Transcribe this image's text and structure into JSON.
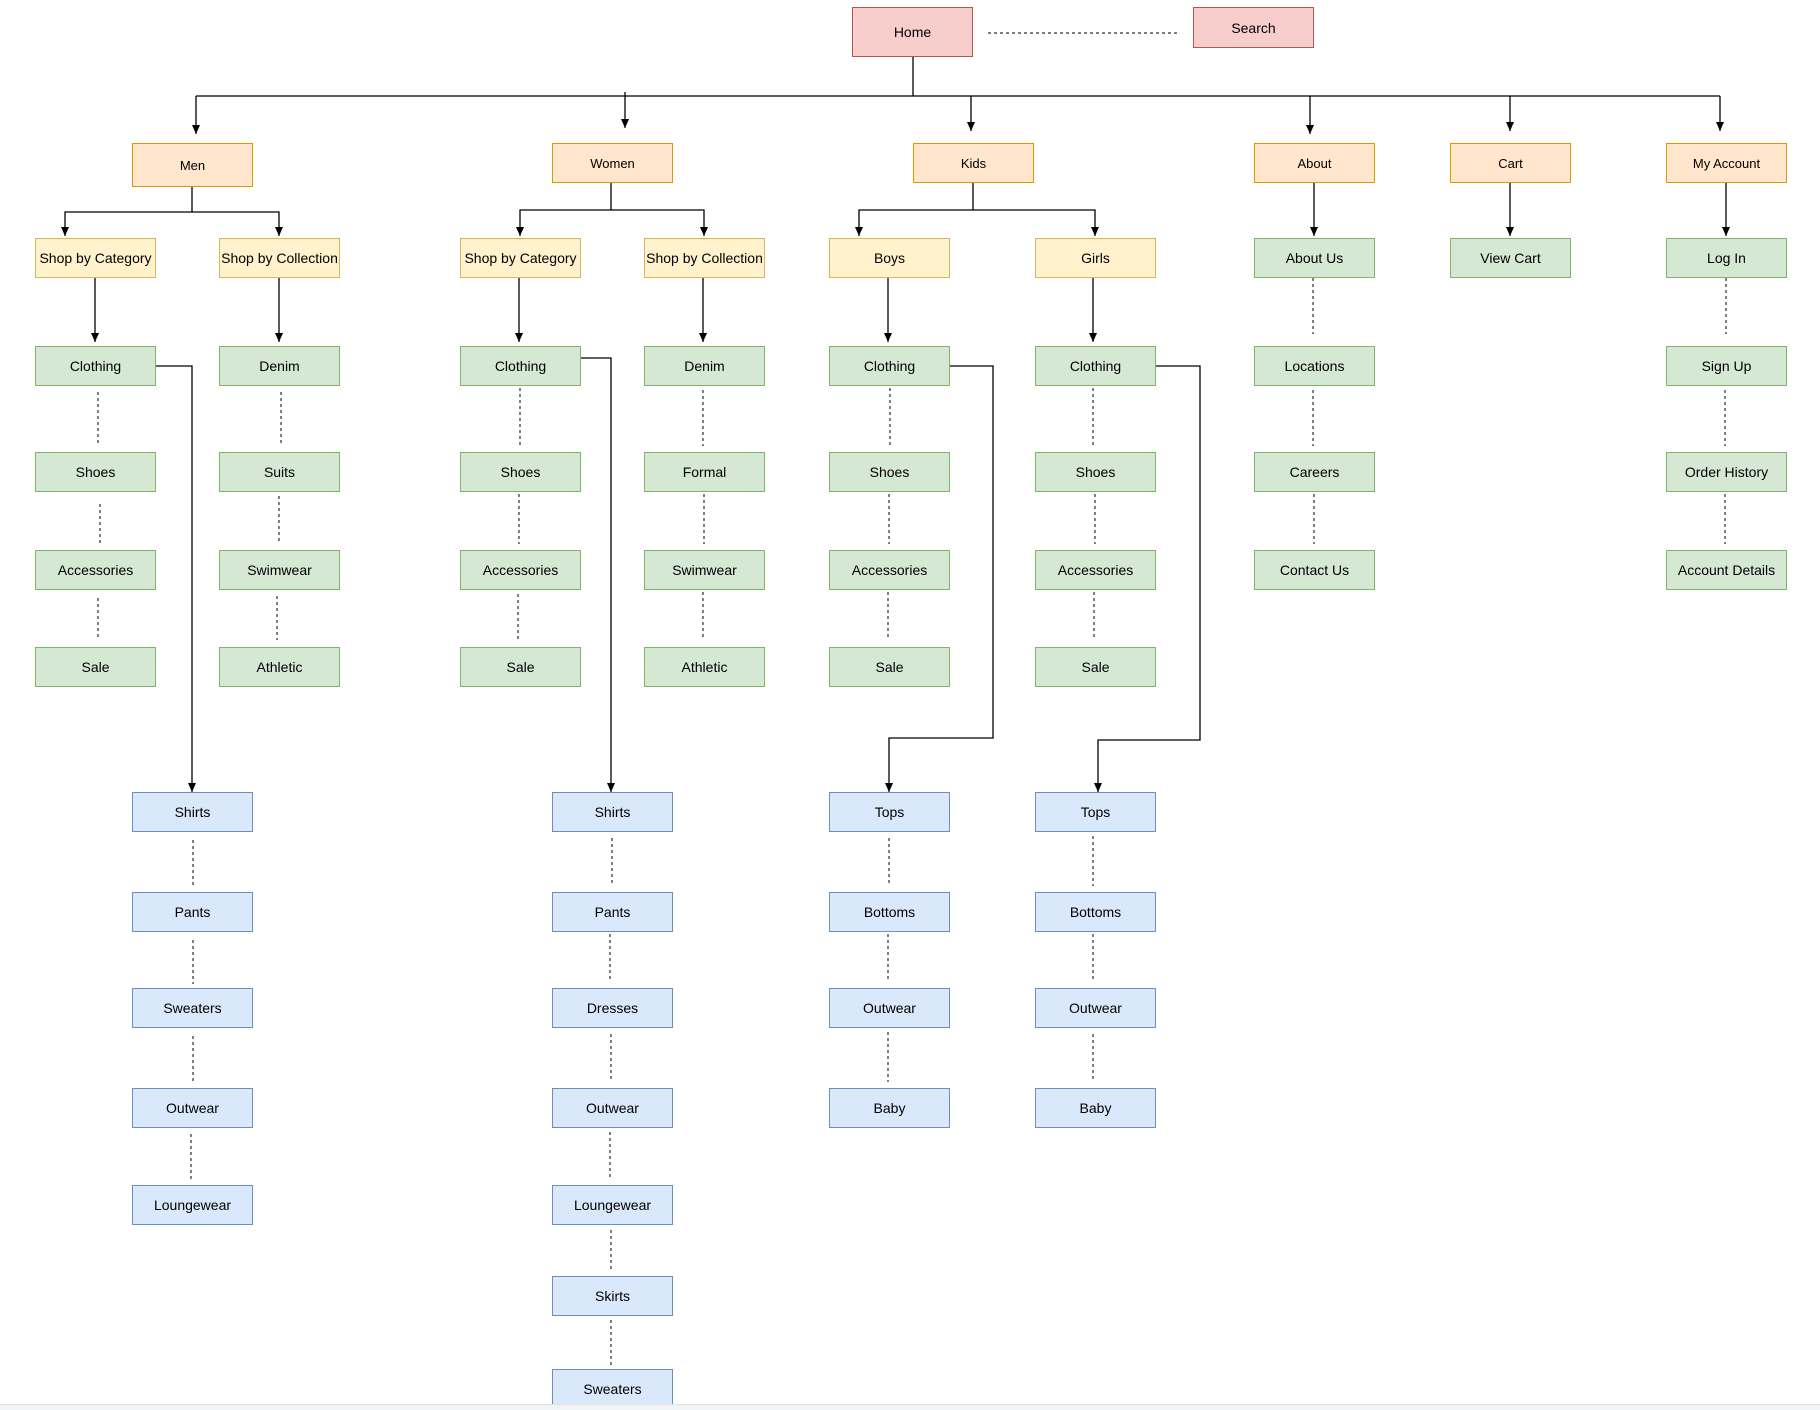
{
  "colors": {
    "root": {
      "fill": "#f8cecc",
      "stroke": "#b85450"
    },
    "level1": {
      "fill": "#ffe6cc",
      "stroke": "#d79b00"
    },
    "level2": {
      "fill": "#fff2cc",
      "stroke": "#d6b656"
    },
    "level3": {
      "fill": "#d5e8d4",
      "stroke": "#82b366"
    },
    "level4": {
      "fill": "#dae8fc",
      "stroke": "#6c8ebf"
    },
    "edge": "#000000"
  },
  "nodes": {
    "home": "Home",
    "search": "Search",
    "men": "Men",
    "women": "Women",
    "kids": "Kids",
    "about": "About",
    "cart": "Cart",
    "my_account": "My Account",
    "men_shop_category": "Shop by Category",
    "men_shop_collection": "Shop by Collection",
    "women_shop_category": "Shop by Category",
    "women_shop_collection": "Shop by Collection",
    "boys": "Boys",
    "girls": "Girls",
    "about_us": "About Us",
    "view_cart": "View Cart",
    "log_in": "Log In",
    "men_clothing": "Clothing",
    "men_shoes": "Shoes",
    "men_accessories": "Accessories",
    "men_sale": "Sale",
    "men_denim": "Denim",
    "men_suits": "Suits",
    "men_swimwear": "Swimwear",
    "men_athletic": "Athletic",
    "women_clothing": "Clothing",
    "women_shoes": "Shoes",
    "women_accessories": "Accessories",
    "women_sale": "Sale",
    "women_denim": "Denim",
    "women_formal": "Formal",
    "women_swimwear": "Swimwear",
    "women_athletic": "Athletic",
    "boys_clothing": "Clothing",
    "boys_shoes": "Shoes",
    "boys_accessories": "Accessories",
    "boys_sale": "Sale",
    "girls_clothing": "Clothing",
    "girls_shoes": "Shoes",
    "girls_accessories": "Accessories",
    "girls_sale": "Sale",
    "locations": "Locations",
    "careers": "Careers",
    "contact_us": "Contact Us",
    "sign_up": "Sign Up",
    "order_history": "Order History",
    "account_details": "Account Details",
    "men_shirts": "Shirts",
    "men_pants": "Pants",
    "men_sweaters": "Sweaters",
    "men_outwear": "Outwear",
    "men_loungewear": "Loungewear",
    "women_shirts": "Shirts",
    "women_pants": "Pants",
    "women_dresses": "Dresses",
    "women_outwear": "Outwear",
    "women_loungewear": "Loungewear",
    "women_skirts": "Skirts",
    "women_sweaters": "Sweaters",
    "boys_tops": "Tops",
    "boys_bottoms": "Bottoms",
    "boys_outwear": "Outwear",
    "boys_baby": "Baby",
    "girls_tops": "Tops",
    "girls_bottoms": "Bottoms",
    "girls_outwear": "Outwear",
    "girls_baby": "Baby"
  }
}
